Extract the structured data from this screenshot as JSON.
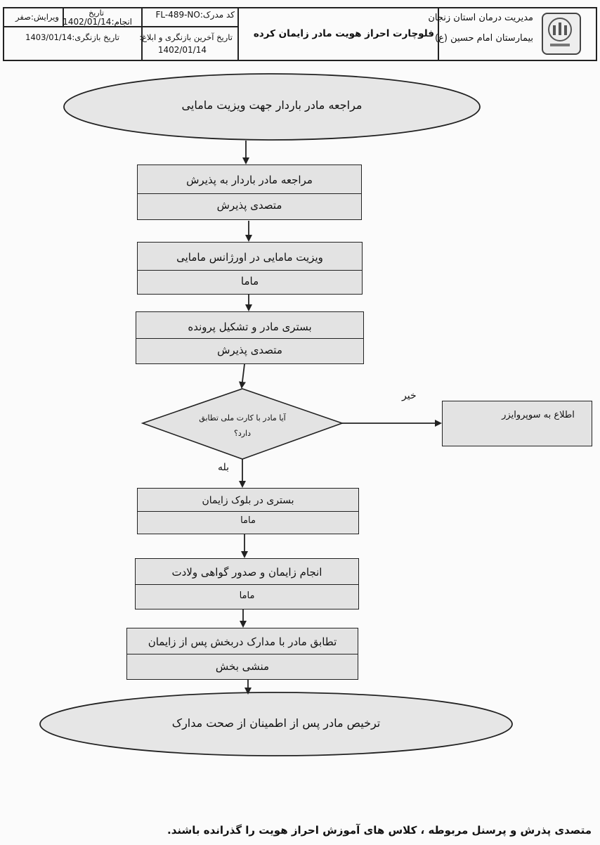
{
  "header": {
    "org_line1": "مدیریت درمان استان زنجان",
    "org_line2": "بیمارستان امام حسین (ع)",
    "title": "فلوچارت احراز هویت مادر زایمان کرده",
    "doc_code": "کد مدرک:FL-489-NO",
    "last_review_label": "تاریخ آخرین بازنگری و ابلاغ:",
    "last_review_date": "1402/01/14",
    "date_label": "تاریخ",
    "done_date": "انجام:1402/01/14",
    "revision": "ویرایش:صفر",
    "review_date": "تاریخ بازنگری:1403/01/14"
  },
  "flow": {
    "start": "مراجعه مادر باردار جهت ویزیت مامایی",
    "steps": [
      {
        "action": "مراجعه مادر باردار  به پذیرش",
        "actor": "متصدی پذیرش"
      },
      {
        "action": "ویزیت مامایی در اورژانس مامایی",
        "actor": "ماما"
      },
      {
        "action": "بستری مادر  و تشکیل پرونده",
        "actor": "متصدی پذیرش"
      }
    ],
    "decision_line1": "آیا مادر با کارت ملی تطابق",
    "decision_line2": "دارد؟",
    "no_label": "خیر",
    "yes_label": "بله",
    "no_action": "اطلاع به سوپروایزر",
    "steps_after": [
      {
        "action": "بستری در بلوک زایمان",
        "actor": "ماما"
      },
      {
        "action": "انجام زایمان و صدور گواهی ولادت",
        "actor": "ماما"
      },
      {
        "action": "تطابق مادر با مدارک دربخش پس از زایمان",
        "actor": "منشی بخش"
      }
    ],
    "end": "ترخیص مادر پس از اطمینان از صحت مدارک"
  },
  "footer_note": "متصدی پذرش و پرسنل  مربوطه ، کلاس های آموزش احراز هویت  را گذرانده باشند.",
  "colors": {
    "shape_fill": "#e3e3e3",
    "ellipse_fill": "#e6e6e6",
    "line": "#222222"
  }
}
